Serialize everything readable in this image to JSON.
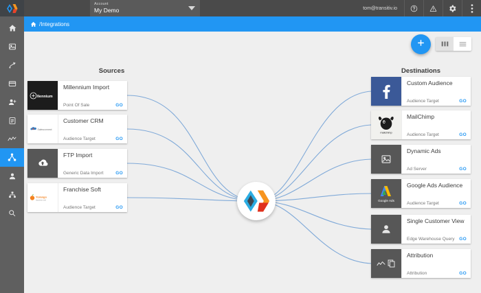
{
  "topbar": {
    "brand_icon": "transitiv-logo-icon",
    "account_label": "Account",
    "account_value": "My Demo",
    "account_caret_icon": "chevron-down-icon",
    "user_email": "tom@transitiv.io",
    "icons": [
      {
        "name": "help-icon",
        "glyph": "?"
      },
      {
        "name": "alert-icon",
        "glyph": "!"
      },
      {
        "name": "settings-gear-icon",
        "glyph": "gear"
      },
      {
        "name": "overflow-menu-icon",
        "glyph": "kebab"
      }
    ]
  },
  "sidebar": {
    "items": [
      {
        "name": "sidebar-item-home",
        "icon": "home-icon",
        "active": false
      },
      {
        "name": "sidebar-item-dashboard",
        "icon": "image-icon",
        "active": false
      },
      {
        "name": "sidebar-item-workflows",
        "icon": "route-icon",
        "active": false
      },
      {
        "name": "sidebar-item-payments",
        "icon": "card-icon",
        "active": false
      },
      {
        "name": "sidebar-item-add-user",
        "icon": "user-add-icon",
        "active": false
      },
      {
        "name": "sidebar-item-reports",
        "icon": "report-icon",
        "active": false
      },
      {
        "name": "sidebar-item-analytics",
        "icon": "chart-line-icon",
        "active": false
      },
      {
        "name": "sidebar-item-integrations",
        "icon": "hub-nodes-icon",
        "active": true
      },
      {
        "name": "sidebar-item-profile",
        "icon": "person-icon",
        "active": false
      },
      {
        "name": "sidebar-item-segments",
        "icon": "sitemap-icon",
        "active": false
      },
      {
        "name": "sidebar-item-search",
        "icon": "search-icon",
        "active": false
      }
    ]
  },
  "breadcrumb": {
    "home_icon": "home-icon",
    "path": "/Integrations"
  },
  "toolbar": {
    "add_icon": "plus-icon",
    "add_label": "+",
    "view_columns_icon": "view-columns-icon",
    "view_list_icon": "view-list-icon",
    "active_view": "list"
  },
  "columns": {
    "sources_title": "Sources",
    "destinations_title": "Destinations"
  },
  "sources": [
    {
      "name": "Millennium Import",
      "type": "Point Of Sale",
      "action": "GO",
      "logo": "millennium-logo",
      "logo_bg": "#1c1c1c",
      "logo_fg": "#ffffff"
    },
    {
      "name": "Customer CRM",
      "type": "Audience Target",
      "action": "GO",
      "logo": "salesforce-logo",
      "logo_bg": "#ffffff",
      "logo_fg": "#3b7ec0"
    },
    {
      "name": "FTP Import",
      "type": "Generic Data Import",
      "action": "GO",
      "logo": "cloud-upload-icon",
      "logo_bg": "#575757",
      "logo_fg": "#ffffff"
    },
    {
      "name": "Franchise Soft",
      "type": "Audience Target",
      "action": "GO",
      "logo": "orange-leaf-logo",
      "logo_bg": "#ffffff",
      "logo_fg": "#f08022"
    }
  ],
  "destinations": [
    {
      "name": "Custom Audience",
      "type": "Audience Target",
      "action": "GO",
      "logo": "facebook-logo",
      "logo_bg": "#3b5998",
      "logo_fg": "#ffffff"
    },
    {
      "name": "MailChimp",
      "type": "Audience Target",
      "action": "GO",
      "logo": "mailchimp-logo",
      "logo_bg": "#f1f1ee",
      "logo_fg": "#1a1a1a"
    },
    {
      "name": "Dynamic Ads",
      "type": "Ad Server",
      "action": "GO",
      "logo": "image-icon",
      "logo_bg": "#575757",
      "logo_fg": "#d8d8d8"
    },
    {
      "name": "Google Ads Audience",
      "type": "Audience Target",
      "action": "GO",
      "logo": "google-ads-logo",
      "logo_bg": "#575757",
      "logo_fg": "#ffffff",
      "logo_caption": "Google Ads"
    },
    {
      "name": "Single Customer View",
      "type": "Edge Warehouse Query",
      "action": "GO",
      "logo": "person-icon",
      "logo_bg": "#575757",
      "logo_fg": "#e6e6e6"
    },
    {
      "name": "Attribution",
      "type": "Attribution",
      "action": "GO",
      "logo": "chart-copy-icon",
      "logo_bg": "#575757",
      "logo_fg": "#e6e6e6"
    }
  ],
  "hub": {
    "name": "transitiv-hub-logo"
  },
  "colors": {
    "accent": "#2196f3",
    "topbar": "#4a4a4a",
    "sidebar": "#5f5f5f",
    "canvas": "#efefef",
    "edge": "#7fa9d8"
  }
}
